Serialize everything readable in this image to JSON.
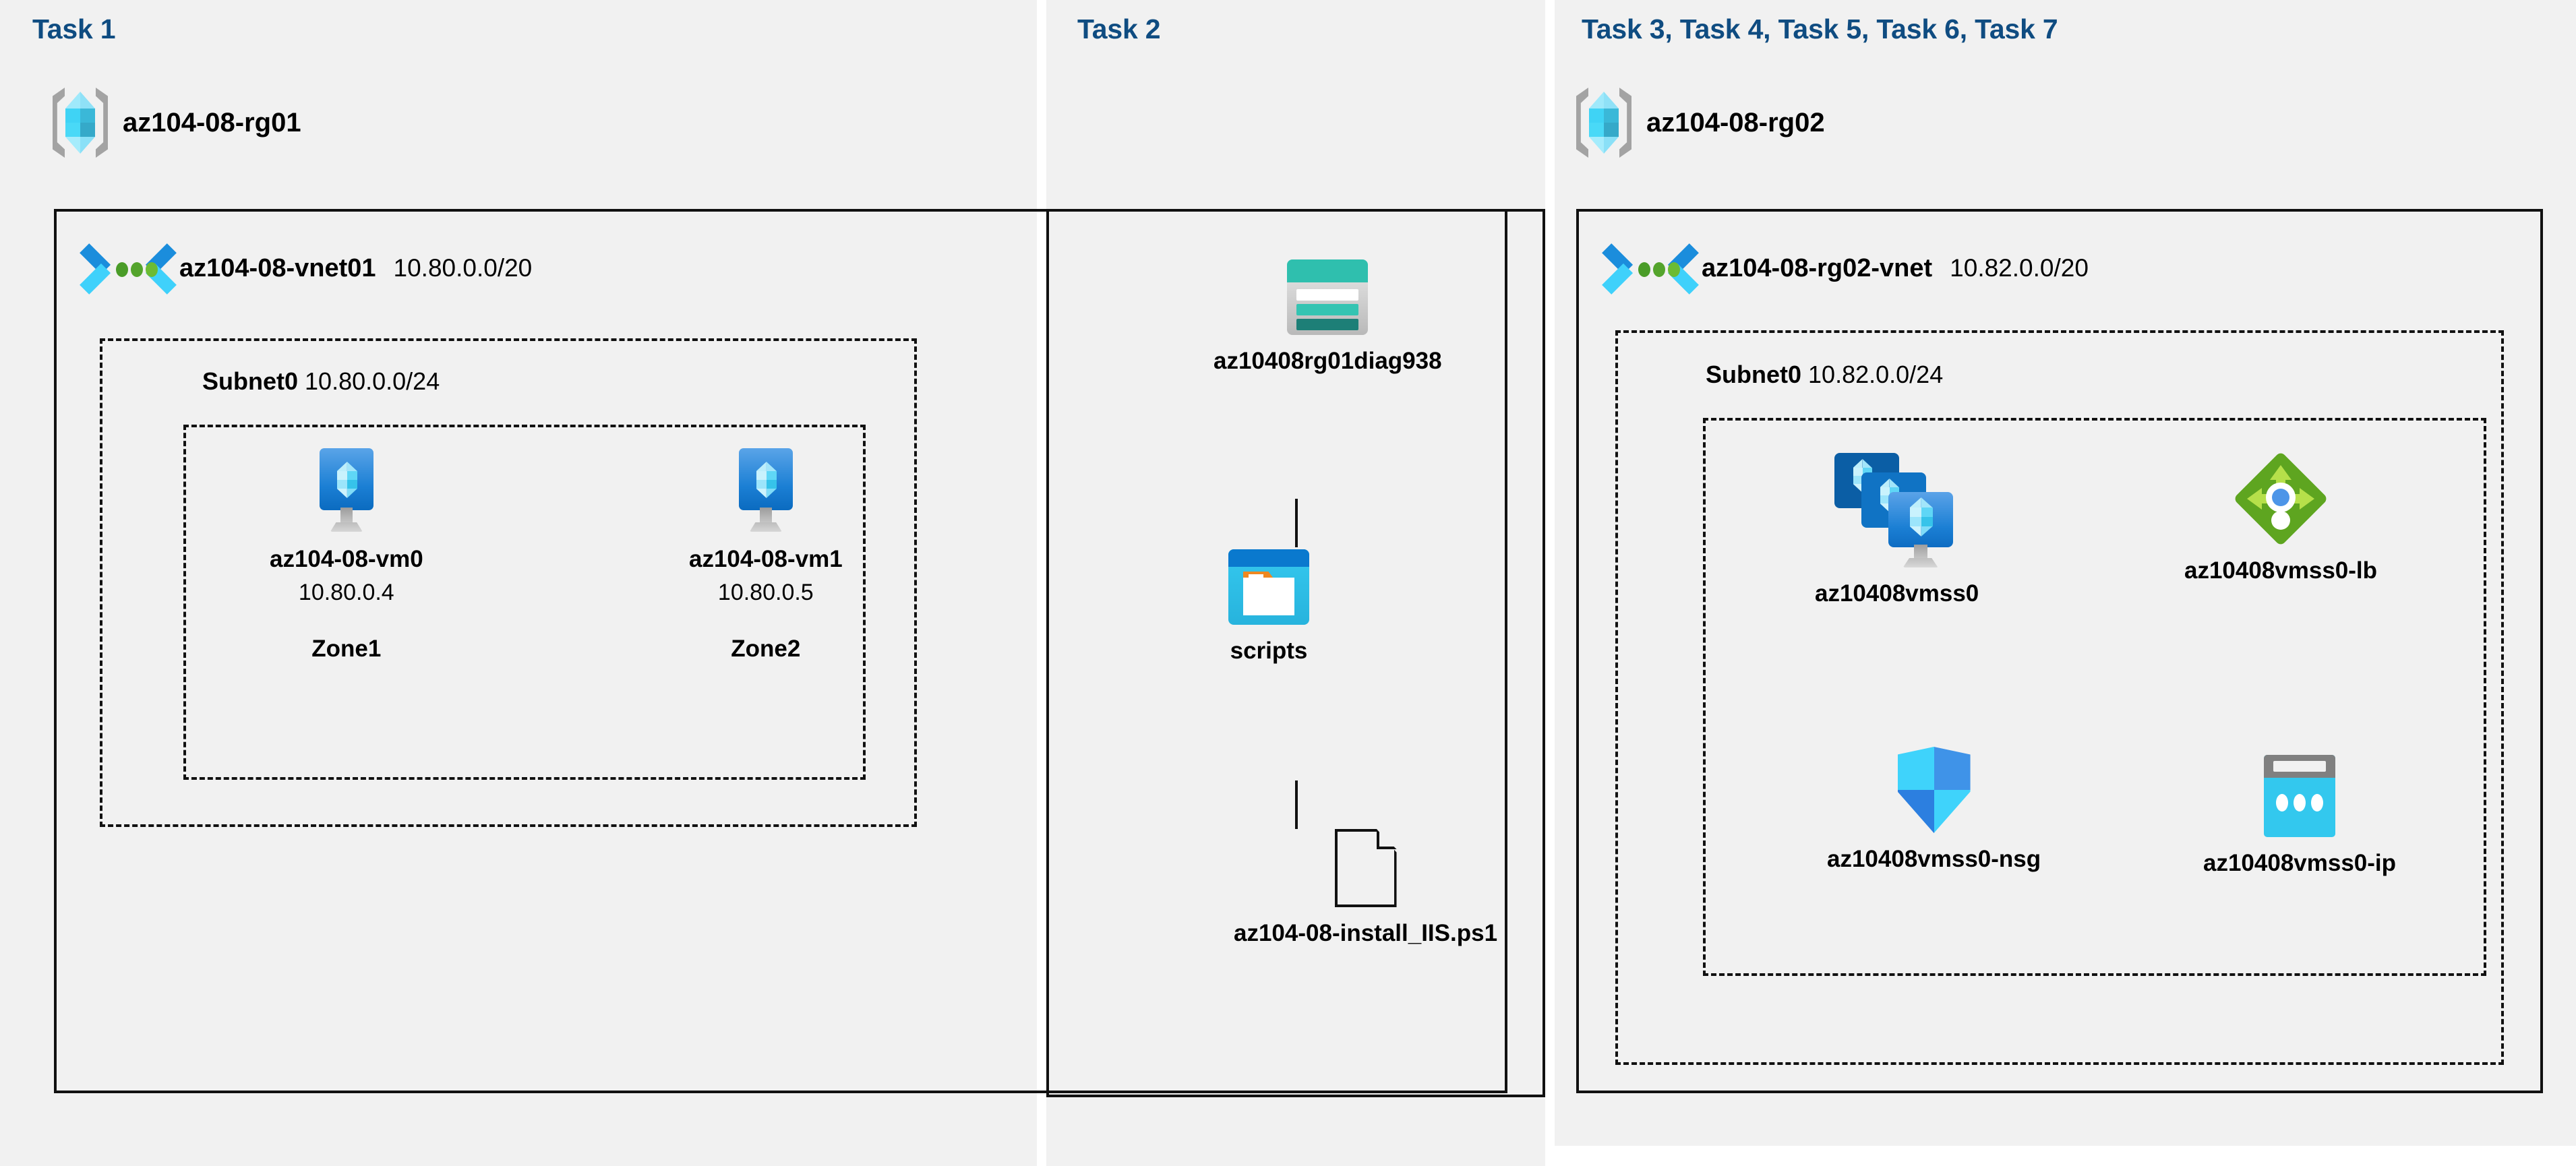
{
  "panels": [
    {
      "id": "task1",
      "label": "Task 1"
    },
    {
      "id": "task2",
      "label": "Task 2"
    },
    {
      "id": "task3",
      "label": "Task 3, Task 4, Task 5, Task 6, Task 7"
    }
  ],
  "colors": {
    "panel_background": "#f1f1f1",
    "page_background": "#ffffff",
    "task_label": "#0f4c81",
    "border": "#111111",
    "azure_blue": "#1b7fd4",
    "cyan": "#3fd3fb",
    "storage_teal": "#2fbfae",
    "loadbalancer_green": "#5ea520",
    "vnet_dot_green": "#54a42c"
  },
  "task1": {
    "label": "Task 1",
    "resource_group": {
      "name": "az104-08-rg01",
      "icon": "resource-group-icon"
    },
    "vnet": {
      "name": "az104-08-vnet01",
      "cidr": "10.80.0.0/20",
      "icon": "virtual-network-icon"
    },
    "subnet": {
      "name": "Subnet0",
      "cidr": "10.80.0.0/24"
    },
    "vms": [
      {
        "name": "az104-08-vm0",
        "ip": "10.80.0.4",
        "zone": "Zone1",
        "icon": "virtual-machine-icon"
      },
      {
        "name": "az104-08-vm1",
        "ip": "10.80.0.5",
        "zone": "Zone2",
        "icon": "virtual-machine-icon"
      }
    ]
  },
  "task2": {
    "label": "Task 2",
    "chain": [
      {
        "name": "az10408rg01diag938",
        "icon": "storage-account-icon"
      },
      {
        "name": "scripts",
        "icon": "blob-container-icon"
      },
      {
        "name": "az104-08-install_IIS.ps1",
        "icon": "script-file-icon"
      }
    ]
  },
  "task3": {
    "label": "Task 3, Task 4, Task 5, Task 6, Task 7",
    "resource_group": {
      "name": "az104-08-rg02",
      "icon": "resource-group-icon"
    },
    "vnet": {
      "name": "az104-08-rg02-vnet",
      "cidr": "10.82.0.0/20",
      "icon": "virtual-network-icon"
    },
    "subnet": {
      "name": "Subnet0",
      "cidr": "10.82.0.0/24"
    },
    "resources": [
      {
        "name": "az10408vmss0",
        "icon": "vm-scale-set-icon"
      },
      {
        "name": "az10408vmss0-lb",
        "icon": "load-balancer-icon"
      },
      {
        "name": "az10408vmss0-nsg",
        "icon": "network-security-group-icon"
      },
      {
        "name": "az10408vmss0-ip",
        "icon": "public-ip-address-icon"
      }
    ]
  }
}
